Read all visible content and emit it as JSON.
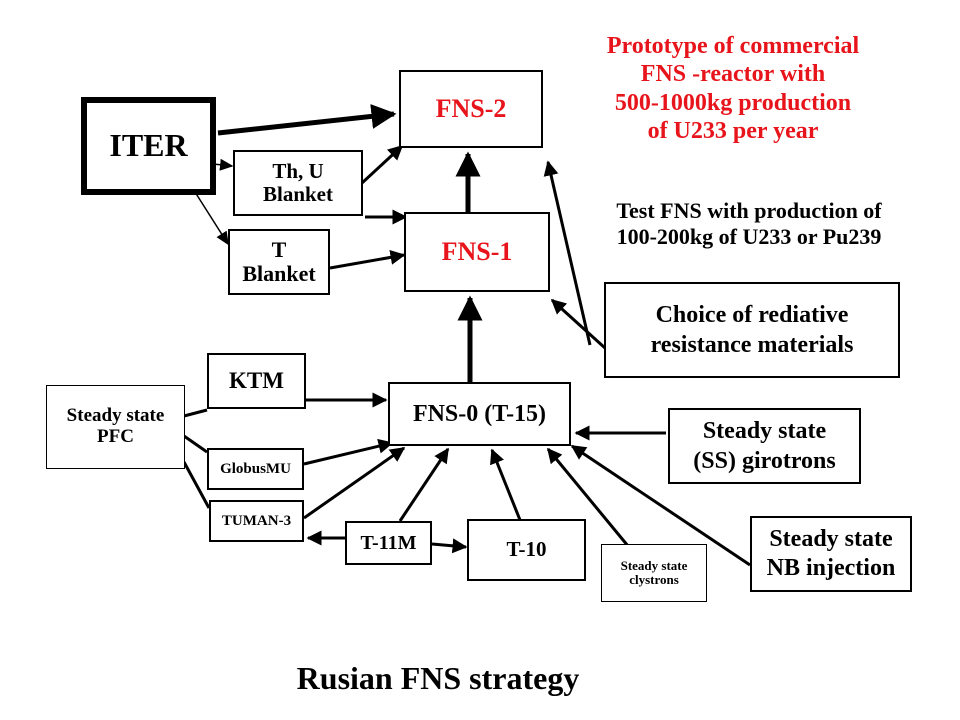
{
  "nodes": {
    "iter": "ITER",
    "fns2": "FNS-2",
    "fns1": "FNS-1",
    "fns0": "FNS-0 (T-15)",
    "th_u_blanket": "Th, U\nBlanket",
    "t_blanket": "T\nBlanket",
    "choice": "Choice of rediative\nresistance materials",
    "ktm": "KTM",
    "steady_pfc": "Steady state\nPFC",
    "globusmu": "GlobusMU",
    "tuman3": "TUMAN-3",
    "t11m": "T-11M",
    "t10": "T-10",
    "ss_clystrons": "Steady state\nclystrons",
    "ss_girotrons": "Steady state\n(SS) girotrons",
    "ss_nb": "Steady state\nNB injection"
  },
  "notes": {
    "prototype": "Prototype of commercial\nFNS -reactor with\n500-1000kg production\nof U233 per year",
    "test_fns": "Test FNS with production of\n100-200kg of U233 or Pu239"
  },
  "caption": "Rusian FNS strategy",
  "colors": {
    "accent_red": "#e8141b",
    "line": "#000000"
  }
}
